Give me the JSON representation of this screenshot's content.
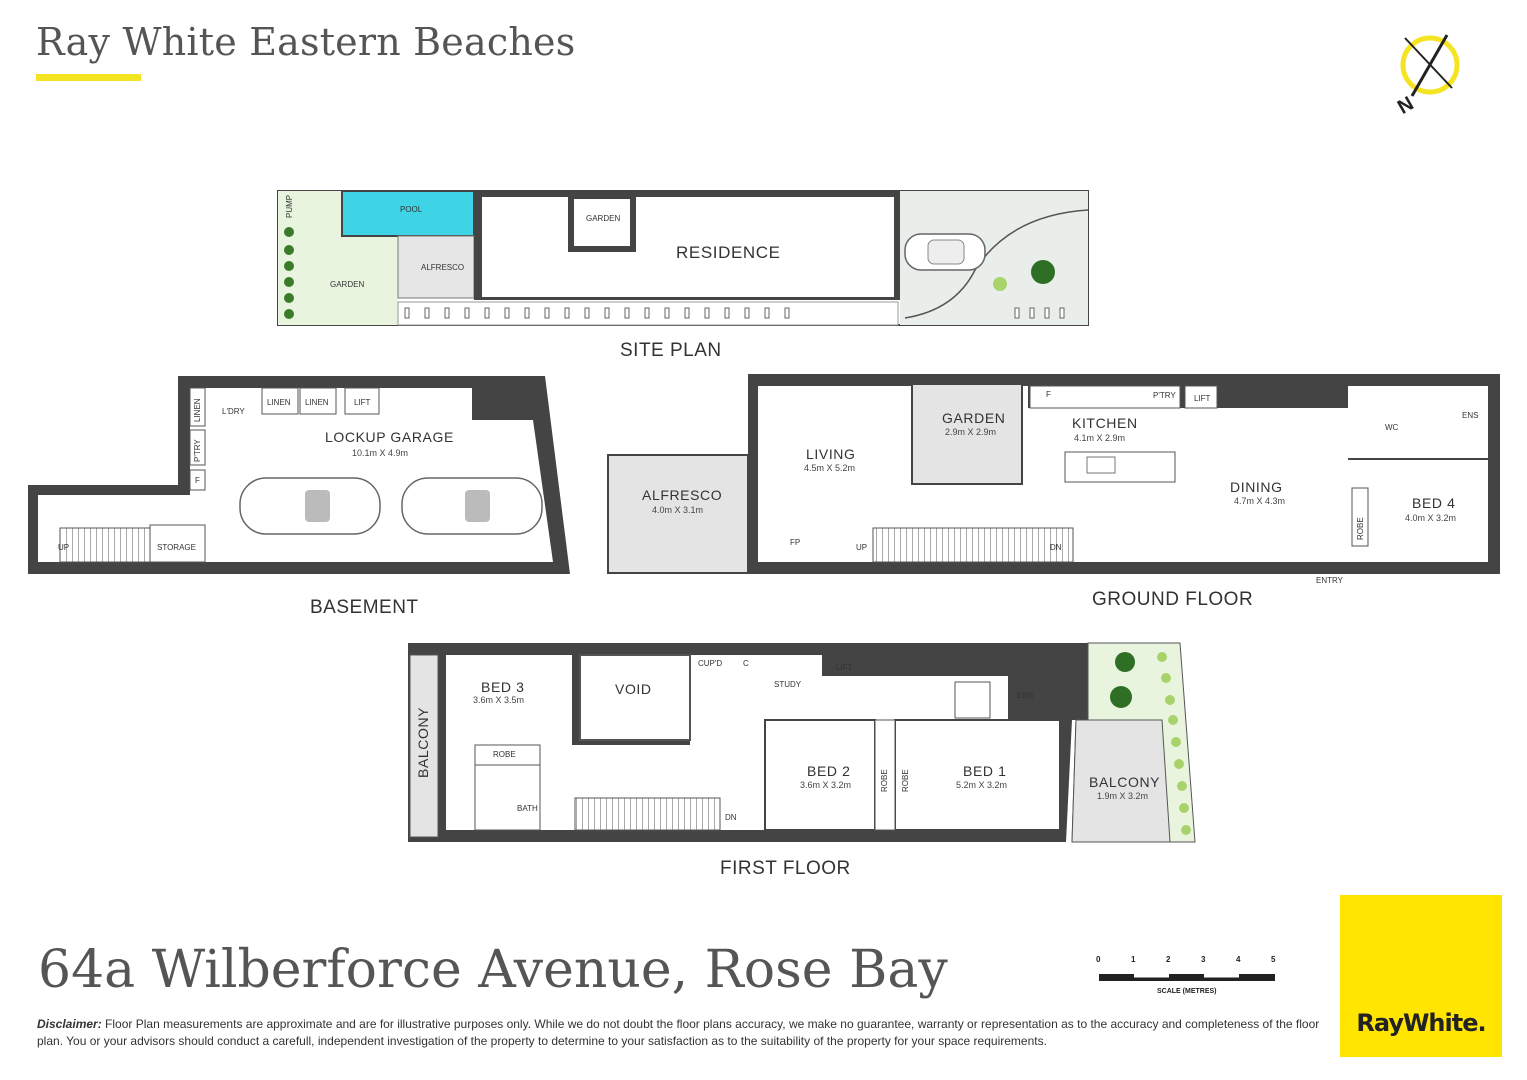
{
  "brand": {
    "title": "Ray White Eastern Beaches",
    "accent": "#f4e422",
    "logo": "RayWhite."
  },
  "address": "64a Wilberforce Avenue, Rose Bay",
  "disclaimer": {
    "label": "Disclaimer:",
    "text": "Floor Plan measurements are approximate and are for illustrative purposes only. While we do not doubt the  floor  plans  accuracy,  we make no guarantee, warranty or representation as to the accuracy and completeness of the floor plan.  You  or  your  advisors  should  conduct a carefull, independent investigation of the property to determine to your satisfaction as to the suitability of the property for your space requirements."
  },
  "compass": {
    "label": "N"
  },
  "scale": {
    "ticks": [
      "0",
      "1",
      "2",
      "3",
      "4",
      "5"
    ],
    "label": "SCALE (METRES)"
  },
  "site_plan": {
    "title": "SITE PLAN",
    "residence": "RESIDENCE",
    "pool": "POOL",
    "pump": "PUMP",
    "garden": "GARDEN",
    "garden_inner": "GARDEN",
    "alfresco": "ALFRESCO"
  },
  "basement": {
    "title": "BASEMENT",
    "garage": "LOCKUP GARAGE",
    "garage_dim": "10.1m X 4.9m",
    "linen1": "LINEN",
    "linen2": "LINEN",
    "linen3": "LINEN",
    "lift": "LIFT",
    "ldry": "L'DRY",
    "ptry": "P'TRY",
    "f": "F",
    "storage": "STORAGE",
    "up": "UP"
  },
  "ground_floor": {
    "title": "GROUND FLOOR",
    "alfresco": "ALFRESCO",
    "alfresco_dim": "4.0m X 3.1m",
    "living": "LIVING",
    "living_dim": "4.5m X 5.2m",
    "garden": "GARDEN",
    "garden_dim": "2.9m X 2.9m",
    "kitchen": "KITCHEN",
    "kitchen_dim": "4.1m X 2.9m",
    "dining": "DINING",
    "dining_dim": "4.7m X 4.3m",
    "bed4": "BED 4",
    "bed4_dim": "4.0m X 3.2m",
    "wc": "WC",
    "ens": "ENS",
    "robe": "ROBE",
    "ptry": "P'TRY",
    "lift": "LIFT",
    "f": "F",
    "fp": "FP",
    "up": "UP",
    "dn": "DN",
    "entry": "ENTRY"
  },
  "first_floor": {
    "title": "FIRST FLOOR",
    "balcony_left": "BALCONY",
    "bed3": "BED 3",
    "bed3_dim": "3.6m X 3.5m",
    "robe3": "ROBE",
    "void": "VOID",
    "cupd": "CUP'D",
    "c": "C",
    "study": "STUDY",
    "lift": "LIFT",
    "bath": "BATH",
    "bed2": "BED 2",
    "bed2_dim": "3.6m X 3.2m",
    "robe2": "ROBE",
    "robe1": "ROBE",
    "bed1": "BED 1",
    "bed1_dim": "5.2m X 3.2m",
    "ens": "ENS",
    "balcony": "BALCONY",
    "balcony_dim": "1.9m X 3.2m",
    "dn": "DN"
  }
}
